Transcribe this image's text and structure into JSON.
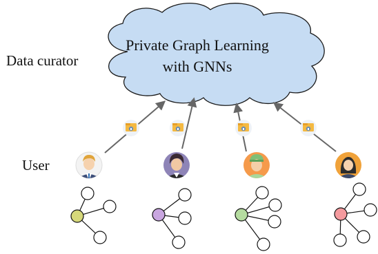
{
  "curator": {
    "label": "Data curator",
    "cloud_line1": "Private Graph Learning",
    "cloud_line2": "with GNNs",
    "cloud_color": "#c6dcf3",
    "cloud_stroke": "#1a1a1a"
  },
  "users": {
    "label": "User",
    "people": [
      {
        "name": "man-with-tie",
        "skin": "#f6d2ae",
        "hair": "#e0a43a",
        "bg": "#f3f3f3"
      },
      {
        "name": "man-dark-hair",
        "skin": "#f1c8a3",
        "hair": "#3a2a33",
        "bg": "#8e84b7"
      },
      {
        "name": "man-green-hat",
        "skin": "#f5cfa8",
        "hair": "#7fbf77",
        "bg": "#f59a4b"
      },
      {
        "name": "woman",
        "skin": "#f6d2ae",
        "hair": "#2d2d2d",
        "bg": "#f0a23a"
      }
    ],
    "node_colors": [
      "#d6d87a",
      "#c9a6e0",
      "#b5dca0",
      "#f49a9e"
    ]
  },
  "transfer": {
    "icon": "encrypted-folder-icon",
    "folder_color": "#f4b942",
    "arrow_color": "#666666"
  }
}
